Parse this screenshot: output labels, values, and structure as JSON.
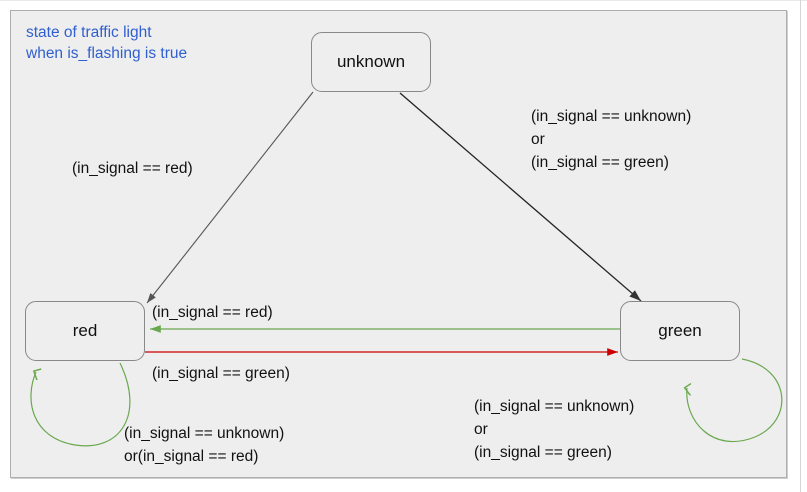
{
  "diagram": {
    "title_note": "state of traffic light\nwhen is_flashing is true",
    "title_color": "#2f5fd0",
    "panel_bg": "#eeeeee",
    "panel_border": "#aeaeae",
    "node_border": "#888888",
    "states": [
      {
        "id": "unknown",
        "label": "unknown"
      },
      {
        "id": "red",
        "label": "red"
      },
      {
        "id": "green",
        "label": "green"
      }
    ],
    "transitions": [
      {
        "id": "unknown-to-red",
        "from": "unknown",
        "to": "red",
        "label": "(in_signal == red)",
        "color": "#555555"
      },
      {
        "id": "unknown-to-green",
        "from": "unknown",
        "to": "green",
        "label": "(in_signal == unknown)\nor\n(in_signal == green)",
        "color": "#111111"
      },
      {
        "id": "green-to-red",
        "from": "green",
        "to": "red",
        "label": "(in_signal == red)",
        "color": "#6aa84f"
      },
      {
        "id": "red-to-green",
        "from": "red",
        "to": "green",
        "label": "(in_signal == green)",
        "color": "#cc0000"
      },
      {
        "id": "red-self-loop",
        "from": "red",
        "to": "red",
        "label": "(in_signal == unknown)\nor(in_signal == red)",
        "color": "#6aa84f"
      },
      {
        "id": "green-self-loop",
        "from": "green",
        "to": "green",
        "label": "(in_signal == unknown)\nor\n(in_signal == green)",
        "color": "#6aa84f"
      }
    ]
  }
}
